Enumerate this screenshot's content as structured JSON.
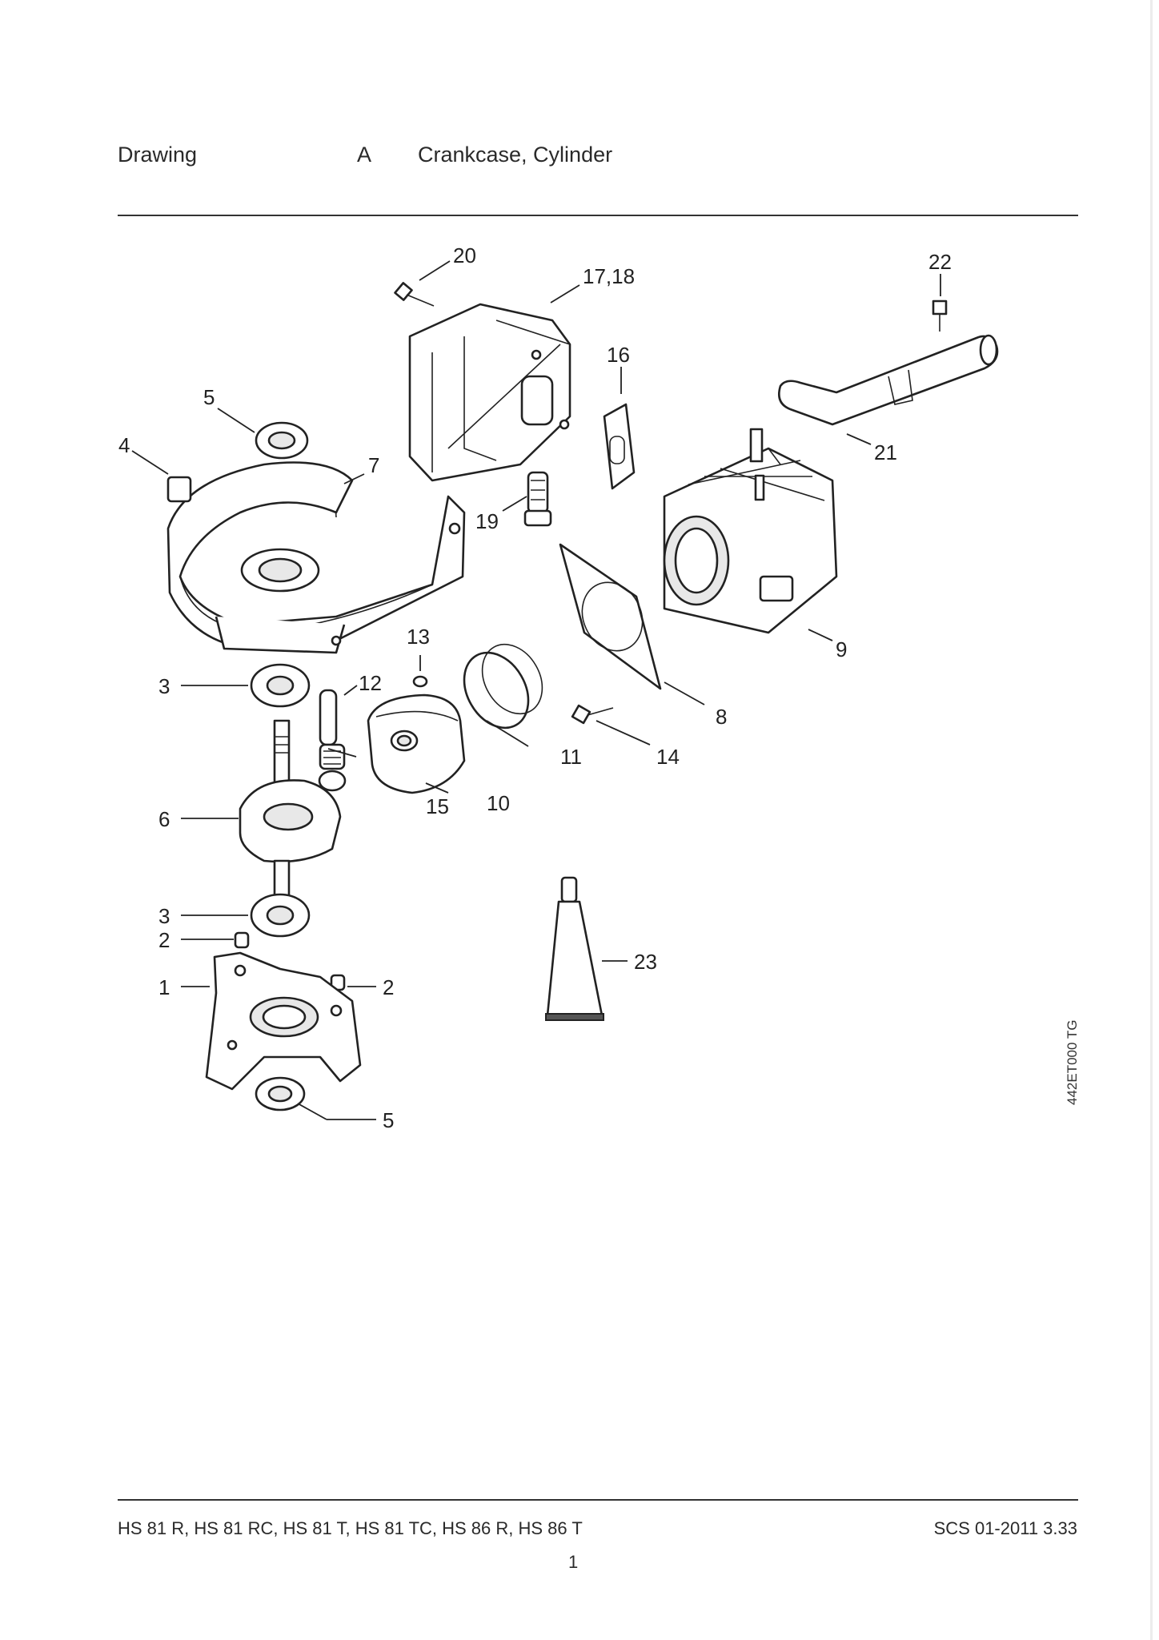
{
  "header": {
    "section_word": "Drawing",
    "drawing_letter": "A",
    "drawing_title": "Crankcase, Cylinder"
  },
  "callouts": {
    "c1": "1",
    "c2a": "2",
    "c2b": "2",
    "c3a": "3",
    "c3b": "3",
    "c4": "4",
    "c5a": "5",
    "c5b": "5",
    "c6": "6",
    "c7": "7",
    "c8": "8",
    "c9": "9",
    "c10": "10",
    "c11": "11",
    "c12": "12",
    "c13": "13",
    "c14": "14",
    "c15": "15",
    "c16": "16",
    "c17": "17,18",
    "c19": "19",
    "c20": "20",
    "c21": "21",
    "c22": "22",
    "c23": "23"
  },
  "drawing_code": "442ET000 TG",
  "footer": {
    "models": "HS 81 R, HS 81 RC, HS 81 T, HS 81 TC, HS 86 R, HS 86 T",
    "doc_ref": "SCS 01-2011 3.33",
    "page_number": "1"
  }
}
